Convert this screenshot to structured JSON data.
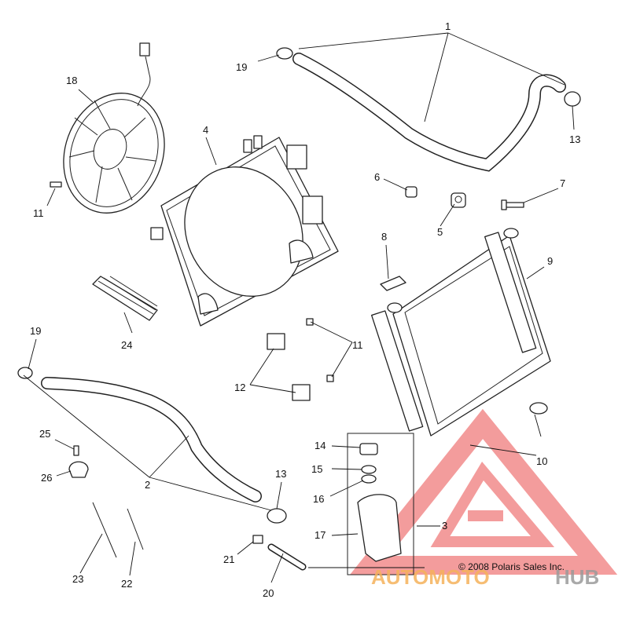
{
  "labels": {
    "l1": "1",
    "l2": "2",
    "l3": "3",
    "l4": "4",
    "l5": "5",
    "l6": "6",
    "l7": "7",
    "l8": "8",
    "l9": "9",
    "l10": "10",
    "l11a": "11",
    "l11b": "11",
    "l12": "12",
    "l13a": "13",
    "l13b": "13",
    "l14": "14",
    "l15": "15",
    "l16": "16",
    "l17": "17",
    "l18": "18",
    "l19a": "19",
    "l19b": "19",
    "l20": "20",
    "l21": "21",
    "l22": "22",
    "l23": "23",
    "l24": "24",
    "l25": "25",
    "l26": "26"
  },
  "copyright": "© 2008 Polaris Sales Inc.",
  "watermark": {
    "text_a": "AUTOMOTO",
    "text_b": "HUB",
    "color_red": "#f07c7c",
    "color_orange": "#f5b25a",
    "color_gray": "#9a9a9a"
  }
}
